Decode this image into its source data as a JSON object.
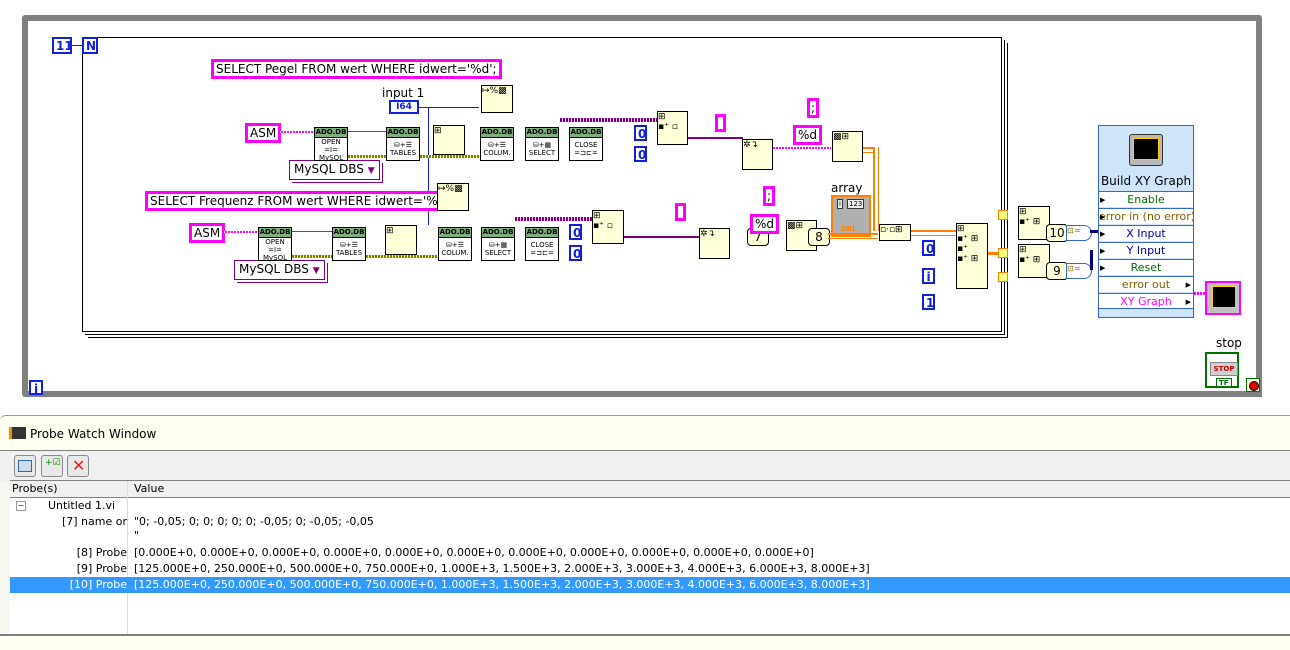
{
  "diagram": {
    "while_loop": {
      "iteration_terminal": "i"
    },
    "for_loop": {
      "count_constant": "11",
      "count_terminal": "N"
    },
    "top_branch": {
      "query": "SELECT Pegel FROM wert WHERE idwert='%d';",
      "connection_string": "ASM",
      "provider_ring": "MySQL DBS",
      "ado_blocks": [
        {
          "header": "ADO.DB",
          "label": "OPEN\nMySQL"
        },
        {
          "header": "ADO.DB",
          "label": "TABLES"
        },
        {
          "header": "ADO.DB",
          "label": "COLUM."
        },
        {
          "header": "ADO.DB",
          "label": "SELECT"
        },
        {
          "header": "ADO.DB",
          "label": "CLOSE"
        }
      ],
      "index_constants": [
        "0",
        "0"
      ],
      "empty_string": "",
      "delimiter": ";",
      "format": "%d"
    },
    "bottom_branch": {
      "query": "SELECT Frequenz FROM wert WHERE idwert='%d';",
      "connection_string": "ASM",
      "provider_ring": "MySQL DBS",
      "ado_blocks": [
        {
          "header": "ADO.DB",
          "label": "OPEN\nMySQL"
        },
        {
          "header": "ADO.DB",
          "label": "TABLES"
        },
        {
          "header": "ADO.DB",
          "label": "COLUM."
        },
        {
          "header": "ADO.DB",
          "label": "SELECT"
        },
        {
          "header": "ADO.DB",
          "label": "CLOSE"
        }
      ],
      "index_constants": [
        "0",
        "0"
      ],
      "empty_string": "",
      "delimiter": ";",
      "format": "%d",
      "probe_7": "7",
      "probe_8": "8"
    },
    "input_control": {
      "label": "input 1",
      "type": "I64"
    },
    "array_indicator": {
      "label": "array",
      "type": "DBL"
    },
    "index_constants_right": [
      "0",
      "i",
      "1"
    ],
    "probe_10": "10",
    "probe_9": "9",
    "build_xy_graph": {
      "title": "Build XY Graph",
      "rows": [
        {
          "label": "Enable",
          "color": "#007000"
        },
        {
          "label": "error in (no error)",
          "color": "#806000"
        },
        {
          "label": "X Input",
          "color": "#0000a0"
        },
        {
          "label": "Y Input",
          "color": "#0000a0"
        },
        {
          "label": "Reset",
          "color": "#007000"
        },
        {
          "label": "error out",
          "color": "#806000"
        },
        {
          "label": "XY Graph",
          "color": "#ff00ff"
        }
      ]
    },
    "stop_button": {
      "label": "stop",
      "text": "STOP",
      "type": "TF"
    }
  },
  "probe_window": {
    "title": "Probe Watch Window",
    "toolbar": {
      "buttons": [
        "new-probe",
        "select-all",
        "delete-probe"
      ]
    },
    "columns": [
      "Probe(s)",
      "Value"
    ],
    "tree_root": "Untitled 1.vi",
    "rows": [
      {
        "probe": "[7] name or",
        "value": "\"0; -0,05; 0; 0; 0; 0; 0; -0,05; 0; -0,05; -0,05",
        "value2": "\"",
        "selected": false
      },
      {
        "probe": "[8] Probe",
        "value": "[0.000E+0, 0.000E+0, 0.000E+0, 0.000E+0, 0.000E+0, 0.000E+0, 0.000E+0, 0.000E+0, 0.000E+0, 0.000E+0, 0.000E+0]",
        "selected": false
      },
      {
        "probe": "[9] Probe",
        "value": "[125.000E+0, 250.000E+0, 500.000E+0, 750.000E+0, 1.000E+3, 1.500E+3, 2.000E+3, 3.000E+3, 4.000E+3, 6.000E+3, 8.000E+3]",
        "selected": false
      },
      {
        "probe": "[10] Probe",
        "value": "[125.000E+0, 250.000E+0, 500.000E+0, 750.000E+0, 1.000E+3, 1.500E+3, 2.000E+3, 3.000E+3, 4.000E+3, 6.000E+3, 8.000E+3]",
        "selected": true
      }
    ],
    "selection_color": "#3399ff"
  }
}
